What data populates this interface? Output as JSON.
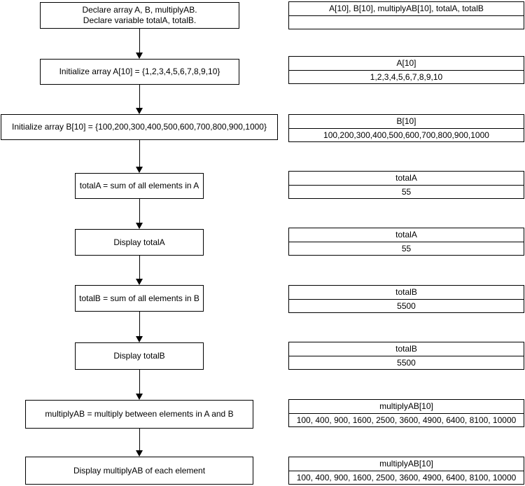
{
  "diagram": {
    "title": "Array processing flowchart with memory state tables",
    "colors": {
      "border": "#000000",
      "text": "#000000",
      "background": "#ffffff"
    },
    "flow_steps": [
      {
        "label": "Declare array A, B, multiplyAB.\nDeclare variable totalA, totalB."
      },
      {
        "label": "Initialize array A[10] = {1,2,3,4,5,6,7,8,9,10}"
      },
      {
        "label": "Initialize array B[10] = {100,200,300,400,500,600,700,800,900,1000}"
      },
      {
        "label": "totalA = sum of all elements in A"
      },
      {
        "label": "Display totalA"
      },
      {
        "label": "totalB = sum of all elements in B"
      },
      {
        "label": "Display totalB"
      },
      {
        "label": "multiplyAB = multiply between elements in A and B"
      },
      {
        "label": "Display multiplyAB of each element"
      }
    ],
    "state_tables": [
      {
        "header": "A[10], B[10], multiplyAB[10], totalA, totalB",
        "value": ""
      },
      {
        "header": "A[10]",
        "value": "1,2,3,4,5,6,7,8,9,10"
      },
      {
        "header": "B[10]",
        "value": "100,200,300,400,500,600,700,800,900,1000"
      },
      {
        "header": "totalA",
        "value": "55"
      },
      {
        "header": "totalA",
        "value": "55"
      },
      {
        "header": "totalB",
        "value": "5500"
      },
      {
        "header": "totalB",
        "value": "5500"
      },
      {
        "header": "multiplyAB[10]",
        "value": "100, 400, 900, 1600, 2500, 3600, 4900, 6400, 8100, 10000"
      },
      {
        "header": "multiplyAB[10]",
        "value": "100, 400, 900, 1600, 2500, 3600, 4900, 6400, 8100, 10000"
      }
    ]
  }
}
